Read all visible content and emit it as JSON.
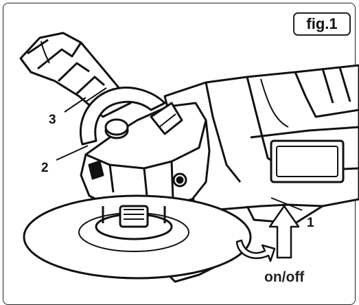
{
  "figure": {
    "label": "fig.1"
  },
  "callouts": {
    "c1": "1",
    "c2": "2",
    "c3": "3"
  },
  "switch_text": "on/off"
}
